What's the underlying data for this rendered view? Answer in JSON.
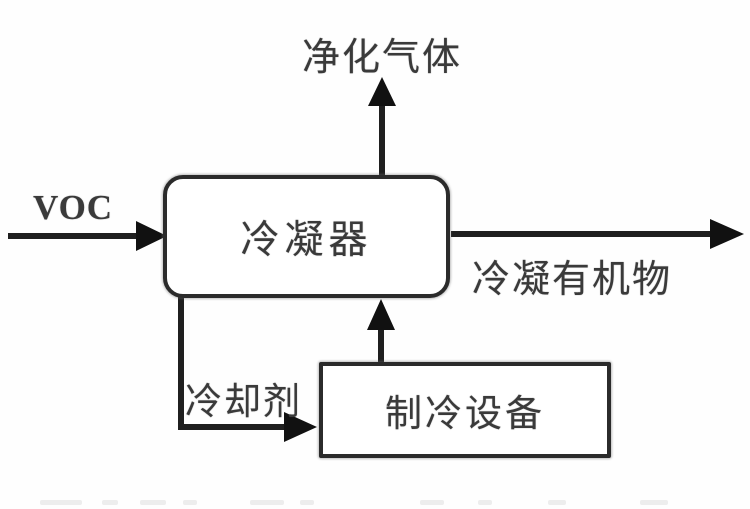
{
  "diagram": {
    "type": "process-flow",
    "background": "#fefefe",
    "line_color": "#1f1f1f",
    "text_color": "#3a3a3a",
    "nodes": {
      "condenser": {
        "label": "冷凝器",
        "shape": "rounded-rect"
      },
      "refrigeration": {
        "label": "制冷设备",
        "shape": "rect"
      }
    },
    "labels": {
      "purified_gas": "净化气体",
      "voc_input": "VOC",
      "condensed_organics": "冷凝有机物",
      "coolant": "冷却剂"
    },
    "edges": [
      {
        "from": "voc-inlet",
        "to": "condenser",
        "label": "VOC",
        "direction": "right"
      },
      {
        "from": "condenser",
        "to": "purified-gas-outlet",
        "label": "净化气体",
        "direction": "up"
      },
      {
        "from": "condenser",
        "to": "condensed-organics-outlet",
        "label": "冷凝有机物",
        "direction": "right"
      },
      {
        "from": "condenser",
        "to": "refrigeration",
        "label": "冷却剂",
        "direction": "down-right"
      },
      {
        "from": "refrigeration",
        "to": "condenser",
        "label": "",
        "direction": "up"
      }
    ]
  }
}
